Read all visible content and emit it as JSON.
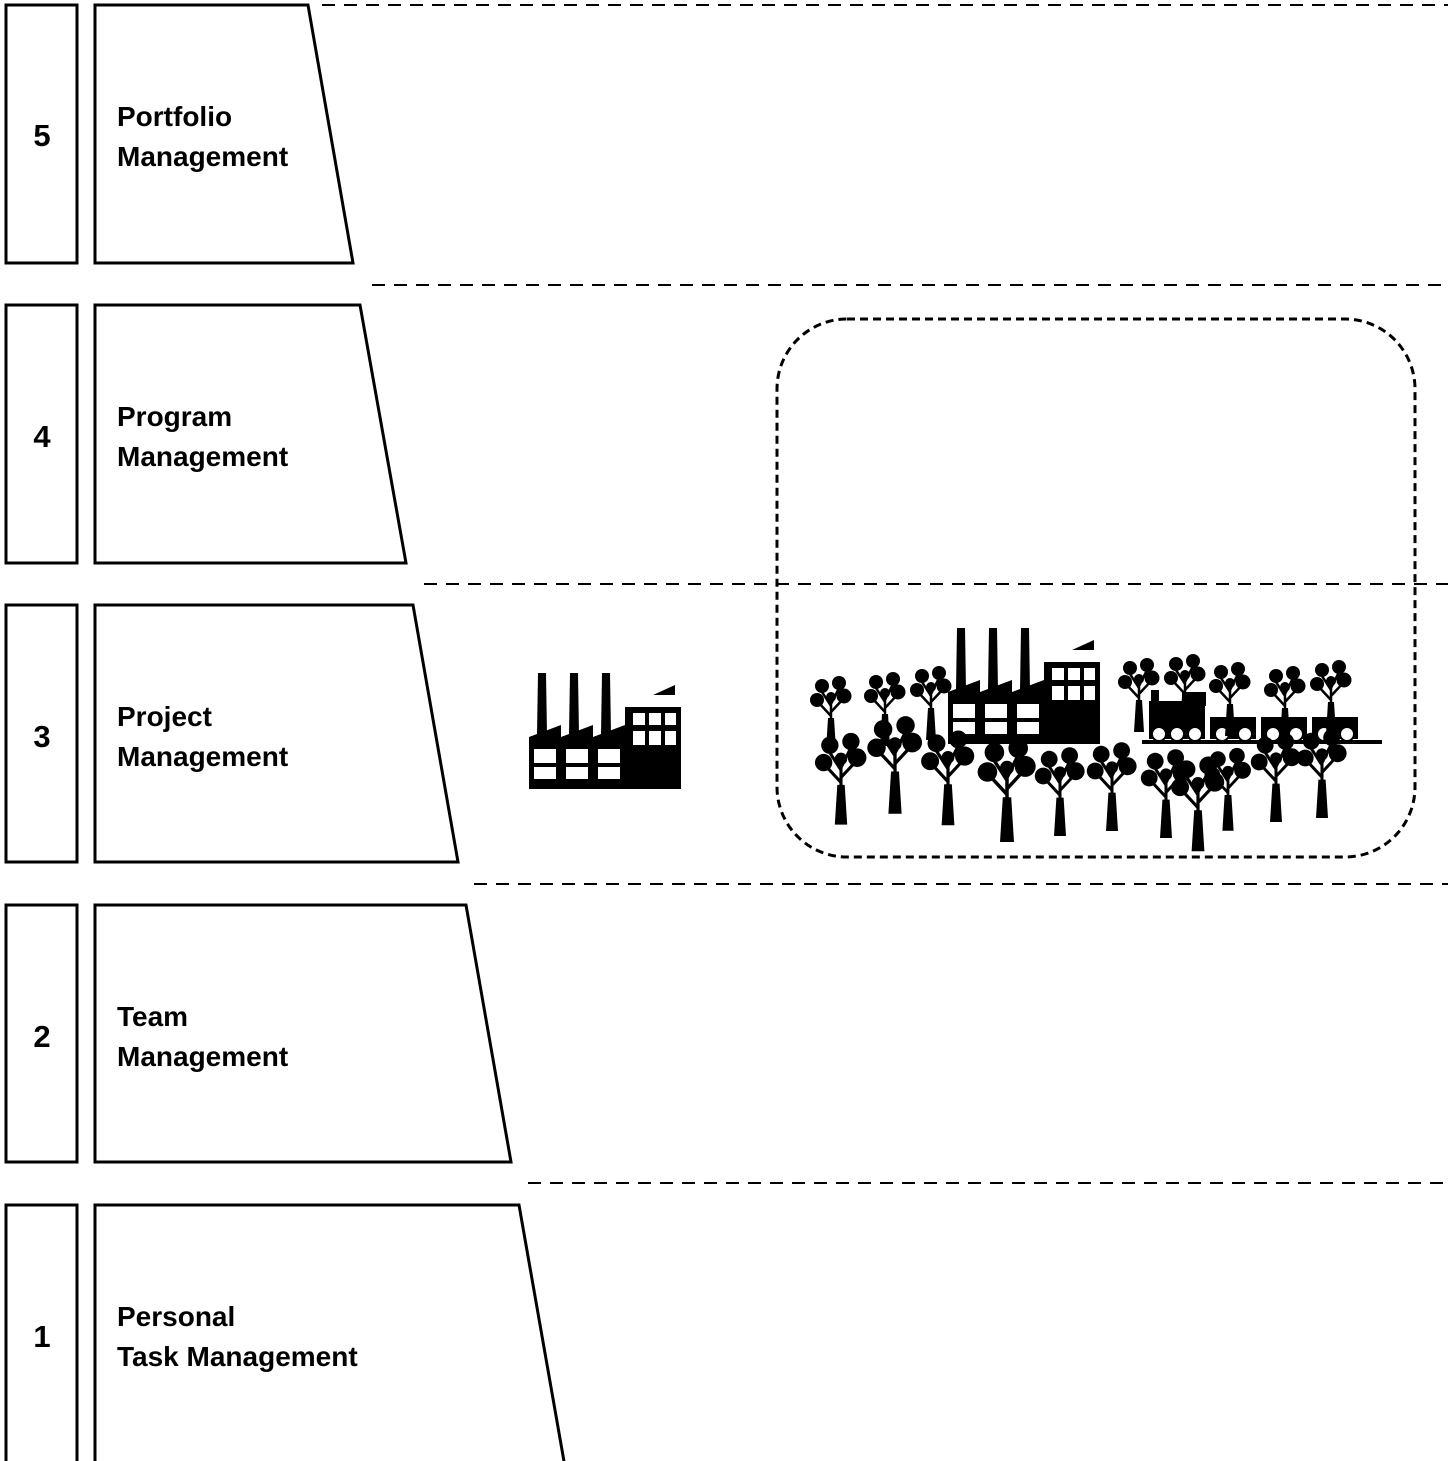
{
  "levels": [
    {
      "number": "5",
      "title_lines": [
        "Portfolio",
        "Management"
      ]
    },
    {
      "number": "4",
      "title_lines": [
        "Program",
        "Management"
      ]
    },
    {
      "number": "3",
      "title_lines": [
        "Project",
        "Management"
      ]
    },
    {
      "number": "2",
      "title_lines": [
        "Team",
        "Management"
      ]
    },
    {
      "number": "1",
      "title_lines": [
        "Personal",
        "Task Management"
      ]
    }
  ],
  "icons": {
    "single_factory": "factory-icon",
    "landscape_group": "industrial-landscape-icon"
  },
  "colors": {
    "ink": "#000000",
    "background": "#ffffff"
  }
}
